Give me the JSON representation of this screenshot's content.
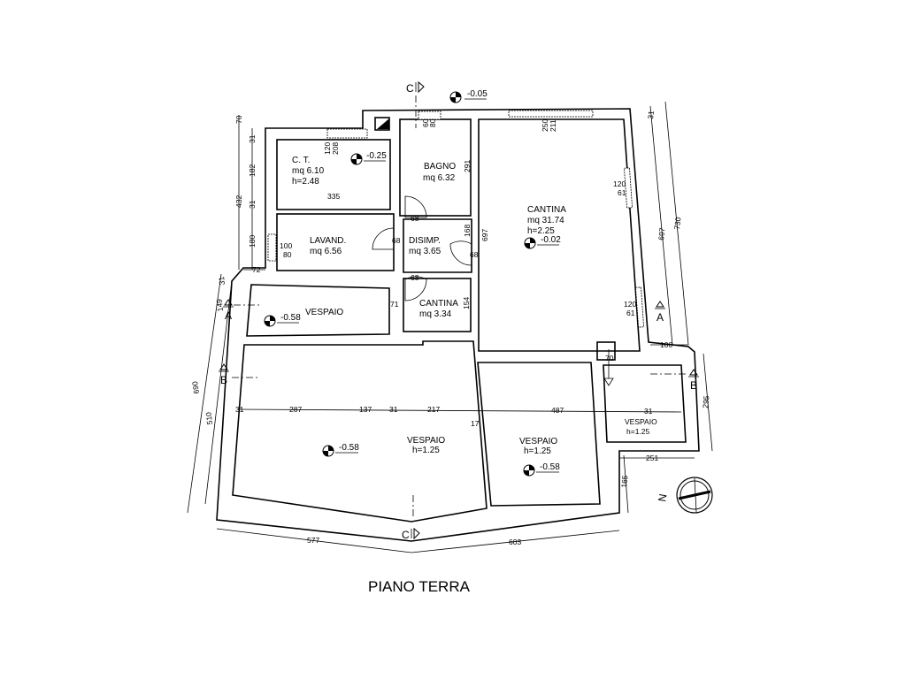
{
  "title": "PIANO TERRA",
  "rooms": {
    "ct": {
      "name": "C. T.",
      "area": "mq  6.10",
      "height": "h=2.48",
      "level": "-0.25",
      "dim": "335",
      "win_a": "120",
      "win_b": "208"
    },
    "bagno": {
      "name": "BAGNO",
      "area": "mq  6.32",
      "dim": "291",
      "win_a": "60",
      "win_b": "80"
    },
    "lavand": {
      "name": "LAVAND.",
      "area": "mq  6.56",
      "win_a": "100",
      "win_b": "80"
    },
    "disimp": {
      "name": "DISIMP.",
      "area": "mq  3.65",
      "door_top": "68",
      "door_left": "68",
      "door_right": "68",
      "door_bottom": "68",
      "dim": "168"
    },
    "cantina_small": {
      "name": "CANTINA",
      "area": "mq  3.34",
      "dim": "154",
      "dim_left": "71"
    },
    "cantina": {
      "name": "CANTINA",
      "area": "mq  31.74",
      "height": "h=2.25",
      "level": "-0.02",
      "dim_left": "697",
      "win_top_a": "250",
      "win_top_b": "211",
      "win_r1_a": "120",
      "win_r1_b": "61",
      "win_r2_a": "120",
      "win_r2_b": "61"
    },
    "vespaio_top": {
      "name": "VESPAIO",
      "level": "-0.58"
    },
    "vespaio_big": {
      "name": "VESPAIO",
      "height": "h=1.25",
      "level": "-0.58"
    },
    "vespaio_mid": {
      "name": "VESPAIO",
      "height": "h=1.25",
      "level": "-0.58"
    },
    "vespaio_small": {
      "name": "VESPAIO",
      "height": "h=1.25"
    }
  },
  "levels": {
    "entrance": "-0.05"
  },
  "stair": {
    "width": "70"
  },
  "dimensions": {
    "left_outer": [
      "70",
      "432",
      "690"
    ],
    "left_inner": [
      "31",
      "182",
      "31",
      "180",
      "72",
      "31",
      "149",
      "510"
    ],
    "right": [
      "31",
      "697",
      "730",
      "100",
      "295",
      "251",
      "165"
    ],
    "horizontal_inner": [
      "31",
      "287",
      "137",
      "31",
      "217",
      "17",
      "487",
      "31"
    ],
    "bottom": [
      "577",
      "603"
    ]
  },
  "sections": {
    "a": "A",
    "b": "B",
    "c": "C"
  },
  "compass": {
    "north": "N"
  }
}
